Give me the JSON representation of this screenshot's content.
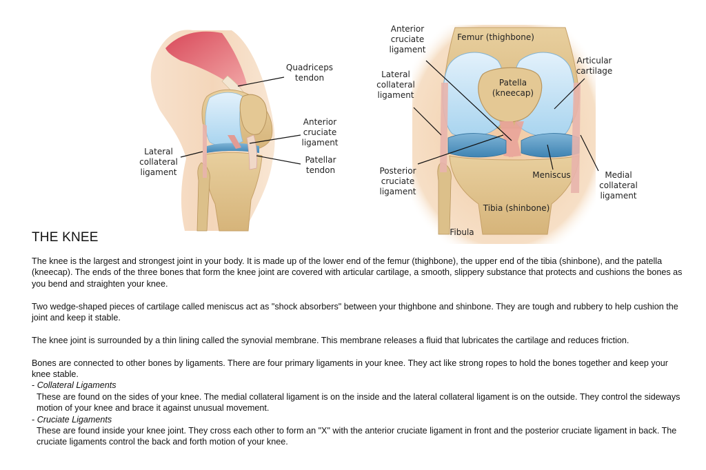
{
  "side_view": {
    "labels": {
      "quadriceps_tendon": [
        "Quadriceps",
        "tendon"
      ],
      "anterior_cruciate": [
        "Anterior",
        "cruciate",
        "ligament"
      ],
      "lateral_collateral": [
        "Lateral",
        "collateral",
        "ligament"
      ],
      "patellar_tendon": [
        "Patellar",
        "tendon"
      ]
    }
  },
  "front_view": {
    "labels": {
      "anterior_cruciate": [
        "Anterior",
        "cruciate",
        "ligament"
      ],
      "femur": [
        "Femur (thighbone)"
      ],
      "articular_cartilage": [
        "Articular",
        "cartilage"
      ],
      "lateral_collateral": [
        "Lateral",
        "collateral",
        "ligament"
      ],
      "patella": [
        "Patella",
        "(kneecap)"
      ],
      "posterior_cruciate": [
        "Posterior",
        "cruciate",
        "ligament"
      ],
      "meniscus": [
        "Meniscus"
      ],
      "medial_collateral": [
        "Medial",
        "collateral",
        "ligament"
      ],
      "tibia": [
        "Tibia (shinbone)"
      ],
      "fibula": [
        "Fibula"
      ]
    }
  },
  "article": {
    "title": "THE KNEE",
    "p1": "The knee is the largest and strongest joint in your body. It is made up of the lower end of the femur (thighbone), the upper end of the tibia (shinbone), and the patella (kneecap). The ends of the three bones that form the knee joint are covered with articular cartilage, a smooth, slippery substance that protects and cushions the bones as you bend and straighten your knee.",
    "p2": "Two wedge-shaped pieces of cartilage called meniscus act as \"shock absorbers\" between your thighbone and shinbone. They are tough and rubbery to help cushion the joint and keep it stable.",
    "p3": "The knee joint is surrounded by a thin lining called the synovial membrane. This membrane releases a fluid that lubricates the cartilage and reduces friction.",
    "p4": "Bones are connected to other bones by ligaments. There are four primary ligaments in your knee. They act like strong ropes to hold the bones together and keep your knee stable.",
    "list": [
      {
        "dash": "- ",
        "title": "Collateral Ligaments",
        "desc": "These are found on the sides of your knee. The medial collateral ligament is on the inside and the lateral collateral ligament is on the outside. They control the sideways motion of your knee and brace it against unusual movement."
      },
      {
        "dash": "- ",
        "title": "Cruciate Ligaments",
        "desc": "These are found inside your knee joint. They cross each other to form an \"X\" with the anterior cruciate ligament in front and the posterior cruciate ligament in back. The cruciate ligaments control the back and forth motion of your knee."
      }
    ]
  }
}
